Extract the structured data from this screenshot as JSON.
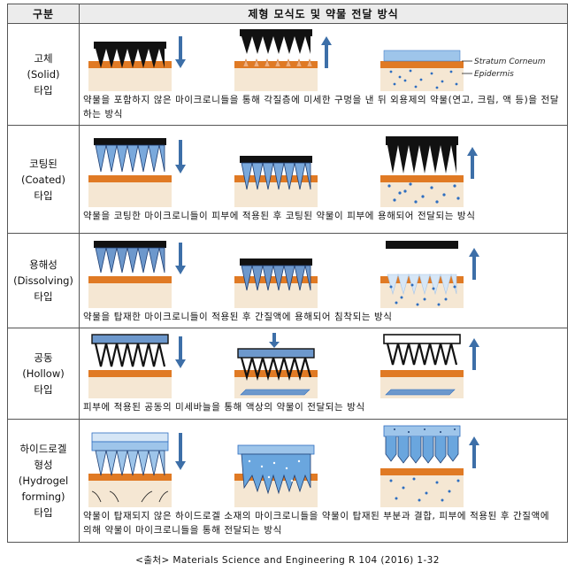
{
  "table": {
    "headers": [
      "구분",
      "제형 모식도 및 약물 전달 방식"
    ],
    "rows": [
      {
        "type_lines": [
          "고체",
          "(Solid)",
          "타입"
        ],
        "description": "약물을 포함하지 않은 마이크로니들을 통해 각질층에 미세한 구멍을 낸 뒤 외용제의 약물(연고, 크림, 액 등)을 전달하는 방식",
        "labels": {
          "stratum": "Stratum Corneum",
          "epidermis": "Epidermis"
        }
      },
      {
        "type_lines": [
          "코팅된",
          "(Coated)",
          "타입"
        ],
        "description": "약물을 코팅한 마이크로니들이 피부에 적용된 후 코팅된 약물이 피부에 용해되어 전달되는 방식"
      },
      {
        "type_lines": [
          "용해성",
          "(Dissolving)",
          "타입"
        ],
        "description": "약물을 탑재한 마이크로니들이 적용된 후 간질액에 용해되어 침착되는 방식"
      },
      {
        "type_lines": [
          "공동",
          "(Hollow)",
          "타입"
        ],
        "description": "피부에 적용된 공동의 미세바늘을 통해 액상의 약물이 전달되는 방식"
      },
      {
        "type_lines": [
          "하이드로겔",
          "형성",
          "(Hydrogel",
          "forming)",
          "타입"
        ],
        "description": "약물이 탑재되지 않은 하이드로겔 소재의 마이크로니들을 약물이 탑재된 부분과 결합, 피부에 적용된 후 간질액에 의해 약물이 마이크로니들을 통해 전달되는 방식"
      }
    ]
  },
  "source": "<출처> Materials Science and Engineering R 104 (2016) 1-32",
  "colors": {
    "skin": "#f5e7d3",
    "stratum": "#e07a24",
    "needle": "#111111",
    "drug": "#2e6ec0",
    "arrow": "#3d6fa8",
    "hydrogel": "#5a9fd8"
  }
}
